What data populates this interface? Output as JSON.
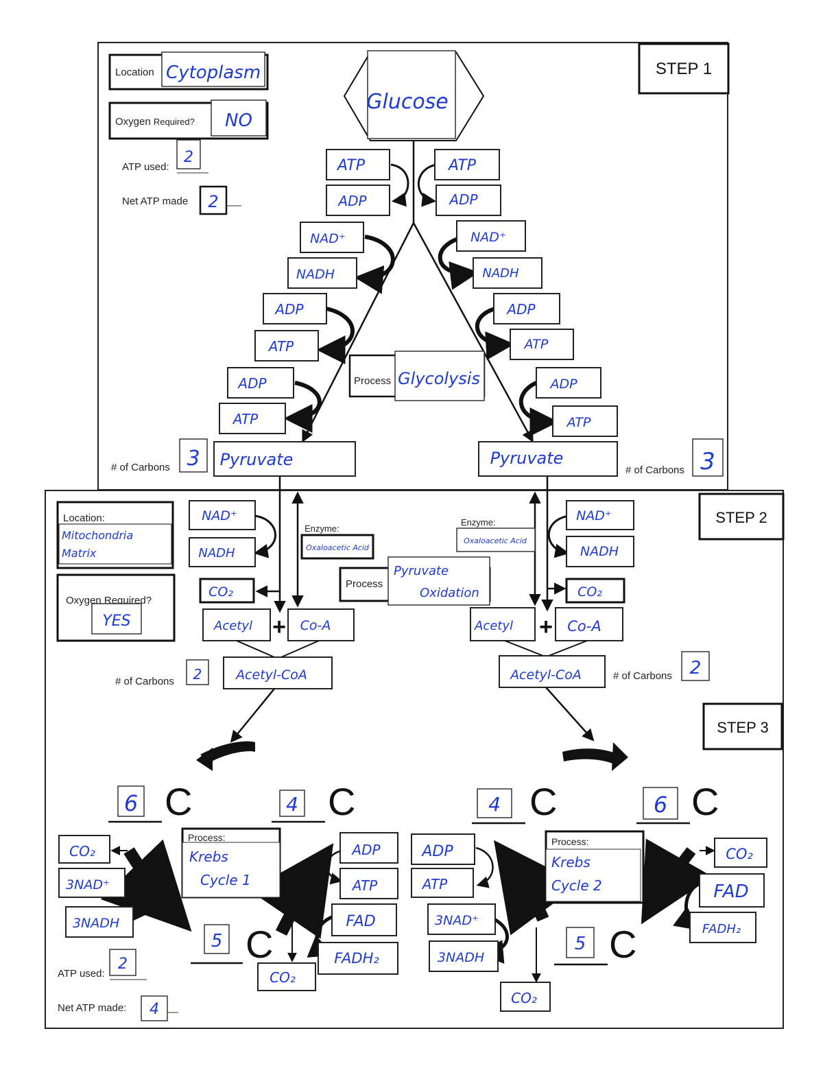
{
  "step1": {
    "label": "STEP 1",
    "location_label": "Location",
    "location_value": "Cytoplasm",
    "oxygen_label": "Oxygen",
    "oxygen_required": "Required?",
    "oxygen_value": "NO",
    "atp_used_label": "ATP used:",
    "atp_used_value": "2",
    "net_atp_label": "Net ATP made",
    "net_atp_value": "2",
    "glucose": "Glucose",
    "process_label": "Process",
    "process_value": "Glycolysis",
    "left_labels": [
      "ATP",
      "ADP",
      "NAD⁺",
      "NADH",
      "ADP",
      "ATP",
      "ADP",
      "ATP"
    ],
    "right_labels": [
      "ATP",
      "ADP",
      "NAD⁺",
      "NADH",
      "ADP",
      "ATP",
      "ADP",
      "ATP"
    ],
    "pyruvate_left": "Pyruvate",
    "pyruvate_right": "Pyruvate",
    "carbons_label": "# of Carbons",
    "carbons_left": "3",
    "carbons_right": "3"
  },
  "step2": {
    "label": "STEP 2",
    "location_label": "Location:",
    "location_value_1": "Mitochondria",
    "location_value_2": "Matrix",
    "oxygen_label": "Oxygen Required?",
    "oxygen_value": "YES",
    "enzyme_label": "Enzyme:",
    "enzyme_left": "Oxaloacetic Acid",
    "enzyme_right": "Oxaloacetic Acid",
    "process_label": "Process",
    "process_value_1": "Pyruvate",
    "process_value_2": "Oxidation",
    "nad_left": "NAD⁺",
    "nadh_left": "NADH",
    "co2_left": "CO₂",
    "nad_right": "NAD⁺",
    "nadh_right": "NADH",
    "co2_right": "CO₂",
    "acetyl": "Acetyl",
    "coa": "Co-A",
    "plus": "+",
    "acetyl_coa": "Acetyl-CoA",
    "carbons_label": "# of Carbons",
    "carbons_left": "2",
    "carbons_right": "2"
  },
  "step3": {
    "label": "STEP 3",
    "c": "C",
    "six_left": "6",
    "four_left": "4",
    "four_right": "4",
    "six_right": "6",
    "five_left": "5",
    "five_right": "5",
    "process_label": "Process:",
    "process_left_1": "Krebs",
    "process_left_2": "Cycle 1",
    "process_right_1": "Krebs",
    "process_right_2": "Cycle 2",
    "left_outer": [
      "CO₂",
      "3NAD⁺",
      "3NADH"
    ],
    "left_inner": [
      "ADP",
      "ATP",
      "FAD",
      "FADH₂"
    ],
    "left_co2": "CO₂",
    "right_inner": [
      "ADP",
      "ATP",
      "3NAD⁺",
      "3NADH"
    ],
    "right_co2": "CO₂",
    "right_outer": [
      "CO₂",
      "FAD",
      "FADH₂"
    ],
    "atp_used_label": "ATP used:",
    "atp_used_value": "2",
    "net_atp_label": "Net ATP made:",
    "net_atp_value": "4"
  }
}
